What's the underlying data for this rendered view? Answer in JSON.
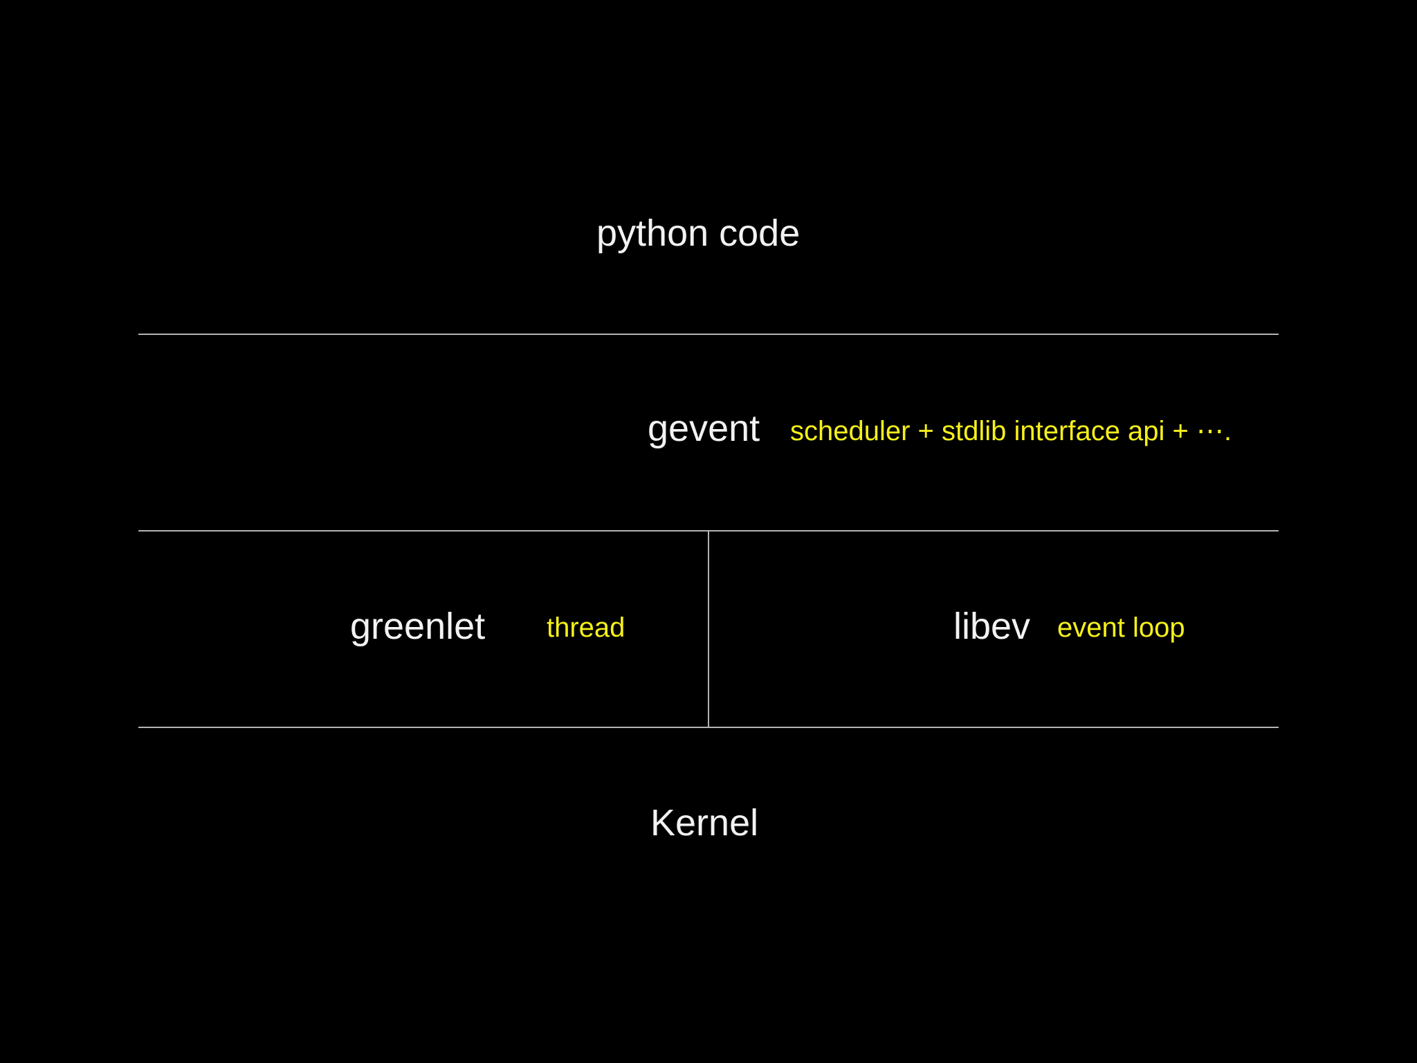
{
  "layers": {
    "python_code": {
      "label": "python code"
    },
    "gevent": {
      "label": "gevent",
      "note": "scheduler + stdlib interface api + ⋯."
    },
    "greenlet": {
      "label": "greenlet",
      "note": "thread"
    },
    "libev": {
      "label": "libev",
      "note": "event loop"
    },
    "kernel": {
      "label": "Kernel"
    }
  },
  "colors": {
    "background": "#000000",
    "label": "#f2f2f2",
    "note": "#f5f01a",
    "divider": "#b4b4b4"
  }
}
